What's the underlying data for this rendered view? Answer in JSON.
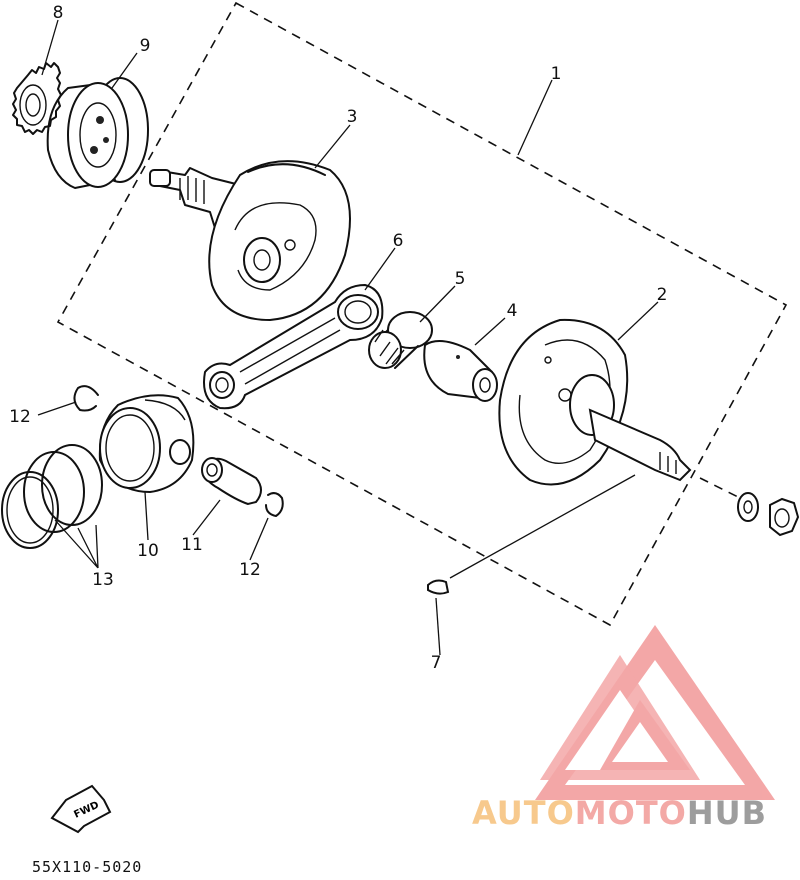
{
  "diagram": {
    "callouts": {
      "c1": "1",
      "c2": "2",
      "c3": "3",
      "c4": "4",
      "c5": "5",
      "c6": "6",
      "c7": "7",
      "c8": "8",
      "c9": "9",
      "c10": "10",
      "c11": "11",
      "c12a": "12",
      "c12b": "12",
      "c13": "13"
    },
    "fwd_label": "FWD",
    "reference_code": "55X110-5020"
  },
  "watermark": {
    "part1": "AUTO",
    "part2": "MOTO",
    "part3": "HUB",
    "colors": {
      "auto": "#f7c98d",
      "moto": "#f3a9a6",
      "hub": "#9d9d9d",
      "logo": "#f08a8a"
    }
  }
}
